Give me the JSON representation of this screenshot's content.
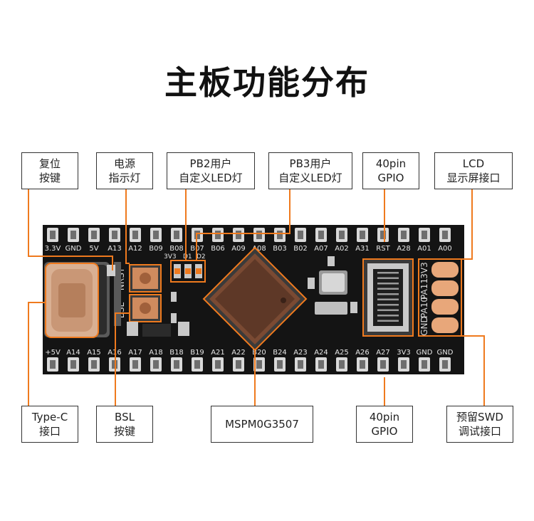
{
  "title": "主板功能分布",
  "colors": {
    "accent": "#ef7a1e",
    "board": "#141414",
    "copper": "#e09a6b",
    "label_border": "#333333"
  },
  "callouts": {
    "reset": [
      "复位",
      "按键"
    ],
    "power_led": [
      "电源",
      "指示灯"
    ],
    "pb2_led": [
      "PB2用户",
      "自定义LED灯"
    ],
    "pb3_led": [
      "PB3用户",
      "自定义LED灯"
    ],
    "gpio_top": [
      "40pin",
      "GPIO"
    ],
    "lcd": [
      "LCD",
      "显示屏接口"
    ],
    "typec": [
      "Type-C",
      "接口"
    ],
    "bsl": [
      "BSL",
      "按键"
    ],
    "mcu": [
      "MSPM0G3507"
    ],
    "gpio_bottom": [
      "40pin",
      "GPIO"
    ],
    "swd": [
      "预留SWD",
      "调试接口"
    ]
  },
  "board": {
    "top_pins": [
      "3.3V",
      "GND",
      "5V",
      "A13",
      "A12",
      "B09",
      "B08",
      "B07",
      "B06",
      "A09",
      "A08",
      "B03",
      "B02",
      "A07",
      "A02",
      "A31",
      "RST",
      "A28",
      "A01",
      "A00"
    ],
    "bottom_pins": [
      "+5V",
      "A14",
      "A15",
      "A16",
      "A17",
      "A18",
      "B18",
      "B19",
      "A21",
      "A22",
      "B20",
      "B24",
      "A23",
      "A24",
      "A25",
      "A26",
      "A27",
      "3V3",
      "GND",
      "GND"
    ],
    "led_labels": [
      "3V3",
      "D1",
      "D2"
    ],
    "button_labels": [
      "NRST",
      "BSL"
    ],
    "swd_labels": [
      "3V3",
      "PA11",
      "PA10",
      "GND"
    ]
  }
}
